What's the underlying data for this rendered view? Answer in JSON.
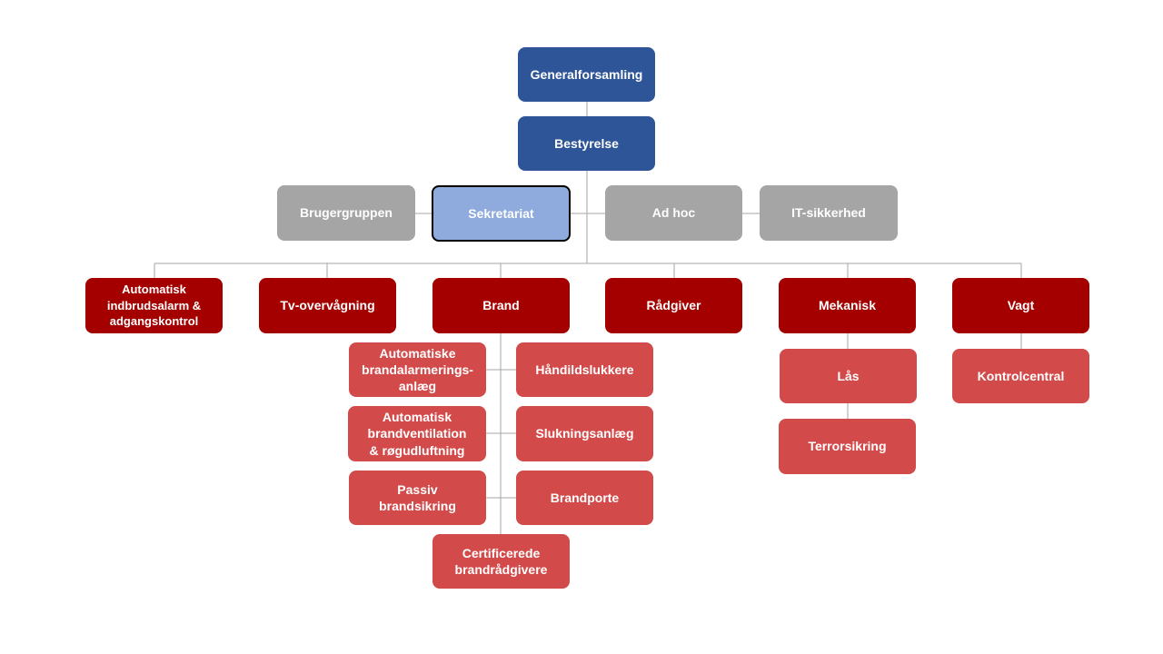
{
  "colors": {
    "top": "#2e5597",
    "secretariat": "#8faadc",
    "staff": "#a5a5a5",
    "group": "#a50000",
    "subgroup": "#d34a4a",
    "connector": "#a6a6a6"
  },
  "nodes": {
    "generalforsamling": "Generalforsamling",
    "bestyrelse": "Bestyrelse",
    "brugergruppen": "Brugergruppen",
    "sekretariat": "Sekretariat",
    "ad_hoc": "Ad hoc",
    "it_sikkerhed": "IT-sikkerhed",
    "automatisk_indbrud": [
      "Automatisk",
      "indbrudsalarm &",
      "adgangskontrol"
    ],
    "tv_overvaagning": "Tv-overvågning",
    "brand": "Brand",
    "raadgiver": "Rådgiver",
    "mekanisk": "Mekanisk",
    "vagt": "Vagt",
    "brandalarm": [
      "Automatiske",
      "brandalarmerings-",
      "anlæg"
    ],
    "haandildslukkere": "Håndildslukkere",
    "brandventilation": [
      "Automatisk",
      "brandventilation",
      "& røgudluftning"
    ],
    "slukningsanlaeg": "Slukningsanlæg",
    "passiv_brandsikring": [
      "Passiv",
      "brandsikring"
    ],
    "brandporte": "Brandporte",
    "certificerede": [
      "Certificerede",
      "brandrådgivere"
    ],
    "laas": "Lås",
    "terrorsikring": "Terrorsikring",
    "kontrolcentral": "Kontrolcentral"
  }
}
